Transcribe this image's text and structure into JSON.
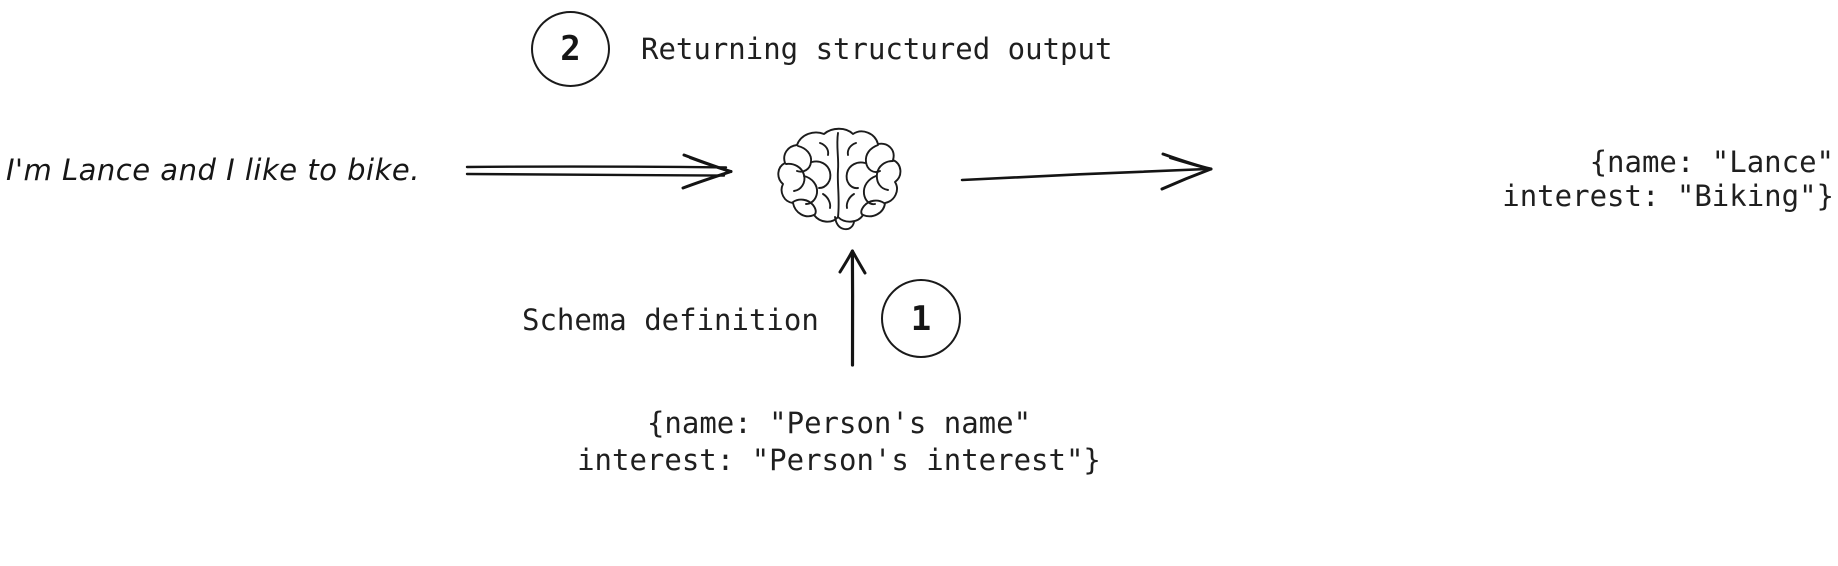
{
  "diagram": {
    "title": "structured-output-flow",
    "background_color": "#ffffff",
    "ink_color": "#1a1a1a",
    "input": {
      "text": "I'm Lance and I like to bike."
    },
    "center": {
      "icon": "brain-icon"
    },
    "steps": [
      {
        "number": "1",
        "label": "Schema definition"
      },
      {
        "number": "2",
        "label": "Returning structured output"
      }
    ],
    "output": {
      "line1": "{name: \"Lance\"",
      "line2": "interest: \"Biking\"}"
    },
    "schema": {
      "line1": "{name: \"Person's name\"",
      "line2": "interest: \"Person's interest\"}"
    },
    "arrows": [
      {
        "name": "input-to-brain-arrow",
        "direction": "right",
        "style": "double-line"
      },
      {
        "name": "brain-to-output-arrow",
        "direction": "right",
        "style": "single-line"
      },
      {
        "name": "schema-to-brain-arrow",
        "direction": "up",
        "style": "single-line"
      }
    ]
  }
}
